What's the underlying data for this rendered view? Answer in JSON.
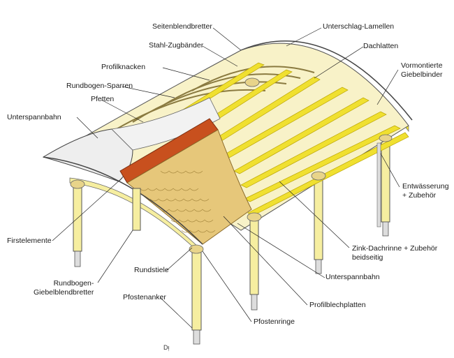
{
  "labels": {
    "seitenblendbretter": "Seitenblendbretter",
    "unterschlag_lamellen": "Unterschlag-Lamellen",
    "stahl_zugbaender": "Stahl-Zugbänder",
    "dachlatten": "Dachlatten",
    "profilknacken": "Profilknacken",
    "vormontierte_giebelbinder": [
      "Vormontierte",
      "Giebelbinder"
    ],
    "rundbogen_sparren": "Rundbogen-Sparren",
    "pfetten": "Pfetten",
    "unterspannbahn_left": "Unterspannbahn",
    "entwaesserung": [
      "Entwässerung",
      "+ Zubehör"
    ],
    "firstelemente": "Firstelemente",
    "zink_dachrinne": [
      "Zink-Dachrinne + Zubehör",
      "beidseitig"
    ],
    "rundstiele": "Rundstiele",
    "unterspannbahn_right": "Unterspannbahn",
    "rundbogen_giebelblendbretter": [
      "Rundbogen-",
      "Giebelblendbretter"
    ],
    "pfostenanker": "Pfostenanker",
    "profilblechplatten": "Profilblechplatten",
    "pfostenringe": "Pfostenringe"
  },
  "footer": "Dᴉ",
  "colors": {
    "wood": "#f6eea0",
    "batten": "#f0e030",
    "ridge": "#c8501e",
    "membrane": "#eeeeee",
    "shingle": "#e6c77a",
    "outline": "#333333"
  }
}
